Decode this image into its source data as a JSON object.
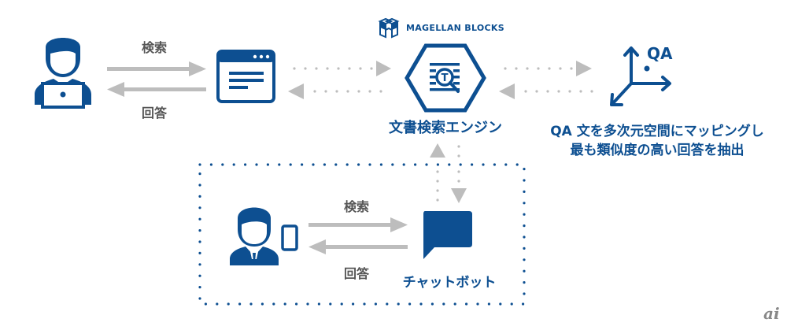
{
  "colors": {
    "primary_blue": "#0d4f91",
    "arrow_gray": "#bdbdbd",
    "text_gray": "#555555"
  },
  "logo": {
    "icon": "magellan-blocks-cube-icon",
    "text": "MAGELLAN BLOCKS"
  },
  "top_flow": {
    "user_icon": "person-with-laptop-icon",
    "browser_icon": "browser-window-icon",
    "search_label": "検索",
    "answer_label": "回答"
  },
  "engine": {
    "icon": "document-search-hexagon-icon",
    "label": "文書検索エンジン"
  },
  "qa_space": {
    "icon": "3d-axes-icon",
    "axis_label": "QA",
    "caption_line1": "QA 文を多次元空間にマッピングし",
    "caption_line2": "最も類似度の高い回答を抽出"
  },
  "chatbot_flow": {
    "user_icon": "person-with-smartphone-icon",
    "chatbot_icon": "speech-bubble-icon",
    "search_label": "検索",
    "answer_label": "回答",
    "chatbot_label": "チャットボット"
  },
  "watermark": "ai"
}
